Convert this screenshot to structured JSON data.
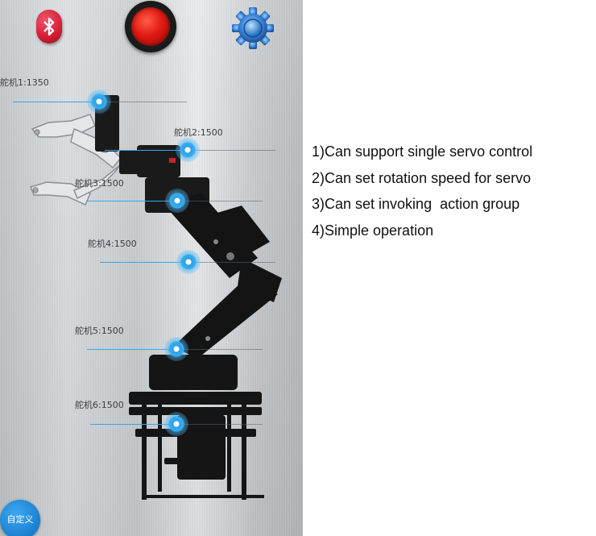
{
  "top_bar": {
    "bluetooth_icon": "bluetooth-icon",
    "power_icon": "power-icon",
    "settings_icon": "gear-icon",
    "colors": {
      "bluetooth": "#d11e35",
      "power": "#e11a12",
      "settings": "#3a86d8"
    }
  },
  "servos": [
    {
      "label": "舵机1:1350",
      "value": 1350
    },
    {
      "label": "舵机2:1500",
      "value": 1500
    },
    {
      "label": "舵机3:1500",
      "value": 1500
    },
    {
      "label": "舵机4:1500",
      "value": 1500
    },
    {
      "label": "舵机5:1500",
      "value": 1500
    },
    {
      "label": "舵机6:1500",
      "value": 1500
    }
  ],
  "custom_button": {
    "label": "自定义"
  },
  "features": [
    "1)Can support single servo control",
    "2)Can set rotation speed for servo",
    "3)Can set invoking  action group",
    "4)Simple operation"
  ],
  "accent_color": "#2a9fe8"
}
